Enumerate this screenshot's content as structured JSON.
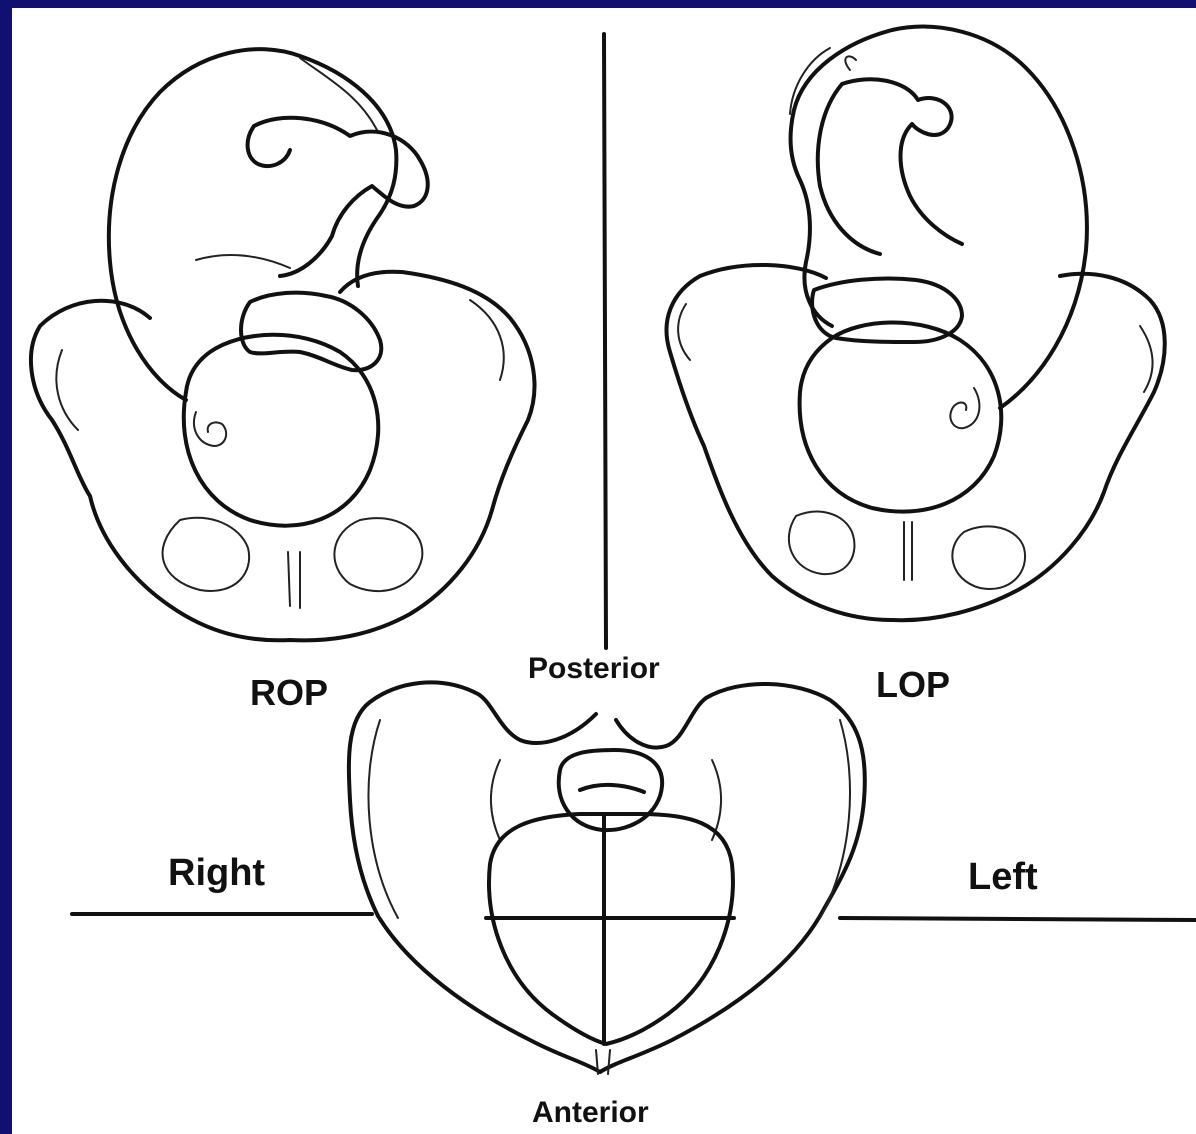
{
  "colors": {
    "slide_background": "#101070",
    "figure_background": "#ffffff",
    "line_ink": "#111111"
  },
  "labels": {
    "rop": "ROP",
    "lop": "LOP",
    "posterior": "Posterior",
    "anterior": "Anterior",
    "right": "Right",
    "left": "Left"
  }
}
